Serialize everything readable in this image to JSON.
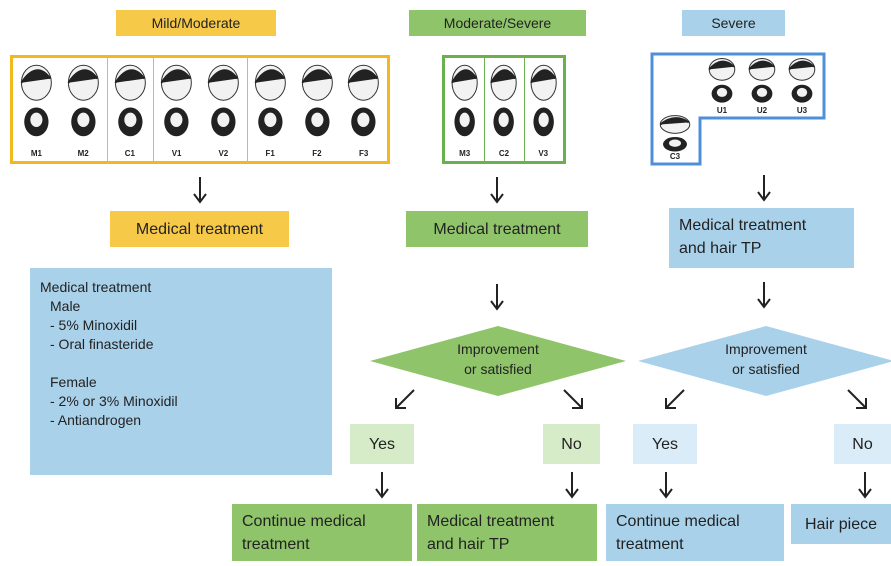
{
  "colors": {
    "yellow": "#f7c948",
    "yellow_border": "#f3b81d",
    "green": "#8fc46a",
    "green_light": "#d6ebc8",
    "green_border": "#6ab04c",
    "blue": "#a9d1ea",
    "blue_light": "#d9ecf7",
    "blue_border": "#4f8fd8"
  },
  "headers": {
    "mild": "Mild/Moderate",
    "moderate": "Moderate/Severe",
    "severe": "Severe"
  },
  "panels": {
    "mild": [
      "M1",
      "M2",
      "C1",
      "V1",
      "V2",
      "F1",
      "F2",
      "F3"
    ],
    "moderate": [
      "M3",
      "C2",
      "V3"
    ],
    "severe_top": [
      "U1",
      "U2",
      "U3"
    ],
    "severe_bottom": [
      "C3"
    ]
  },
  "boxes": {
    "mild_treatment": "Medical treatment",
    "moderate_treatment": "Medical treatment",
    "severe_treatment_l1": "Medical treatment",
    "severe_treatment_l2": "and hair TP"
  },
  "info": {
    "title": "Medical treatment",
    "male": "Male",
    "male_1": "- 5% Minoxidil",
    "male_2": "- Oral finasteride",
    "female": "Female",
    "female_1": "- 2% or 3% Minoxidil",
    "female_2": "- Antiandrogen"
  },
  "decisions": {
    "moderate_l1": "Improvement",
    "moderate_l2": "or satisfied",
    "severe_l1": "Improvement",
    "severe_l2": "or satisfied"
  },
  "answers": {
    "yes": "Yes",
    "no": "No"
  },
  "outcomes": {
    "mod_yes_l1": "Continue medical",
    "mod_yes_l2": "treatment",
    "mod_no_l1": "Medical treatment",
    "mod_no_l2": "and hair TP",
    "sev_yes_l1": "Continue medical",
    "sev_yes_l2": "treatment",
    "sev_no": "Hair piece"
  }
}
